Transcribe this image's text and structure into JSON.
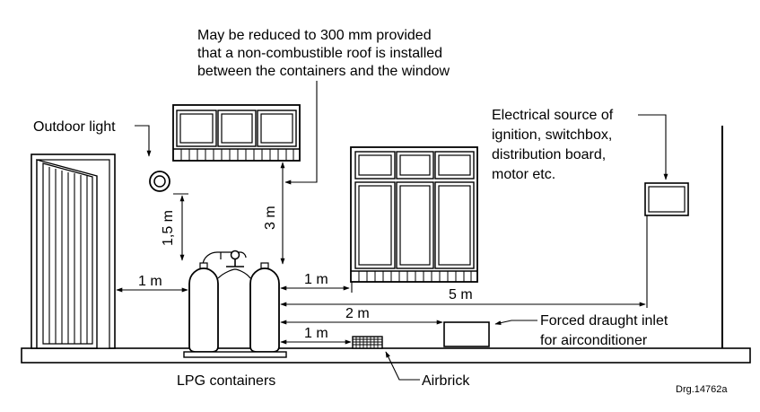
{
  "annotations": {
    "roof_note": [
      "May be reduced to 300 mm provided",
      "that a non-combustible roof is installed",
      "between the containers and the window"
    ],
    "outdoor_light": "Outdoor light",
    "electrical_source": [
      "Electrical source of",
      "ignition, switchbox,",
      "distribution board,",
      "motor etc."
    ],
    "forced_draught": [
      "Forced draught inlet",
      "for airconditioner"
    ],
    "lpg_containers": "LPG containers",
    "airbrick": "Airbrick",
    "drawing_number": "Drg.14762a"
  },
  "dimensions": {
    "door_to_containers": "1 m",
    "light_height": "1,5 m",
    "window_height": "3 m",
    "window_horizontal": "1 m",
    "electrical_distance": "5 m",
    "draught_inlet_distance": "2 m",
    "airbrick_distance": "1 m"
  }
}
